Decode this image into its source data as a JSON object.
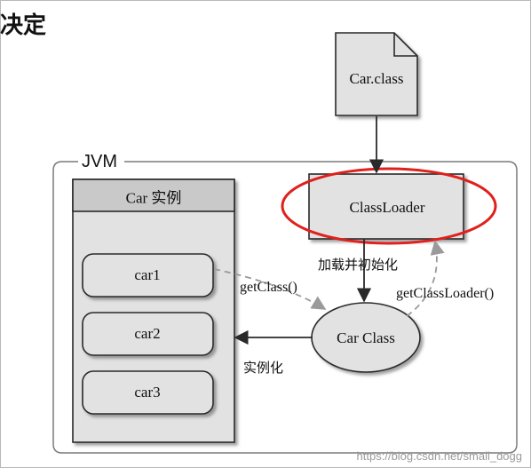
{
  "heading": "决定",
  "jvm_label": "JVM",
  "class_file": "Car.class",
  "class_loader": "ClassLoader",
  "instances_header": "Car 实例",
  "instances": [
    "car1",
    "car2",
    "car3"
  ],
  "car_class": "Car Class",
  "edges": {
    "load_init": "加载并初始化",
    "get_class": "getClass()",
    "get_class_loader": "getClassLoader()",
    "instantiate": "实例化"
  },
  "watermark": "https://blog.csdn.net/small_dogg",
  "colors": {
    "node_fill": "#e2e2e2",
    "header_fill": "#c9c9c9",
    "highlight": "#e0201c",
    "stroke": "#2a2a2a",
    "dashed": "#9a9a9a"
  }
}
